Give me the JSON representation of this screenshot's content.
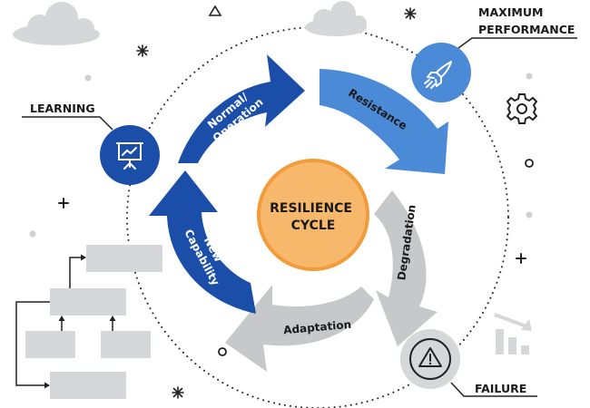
{
  "center": {
    "line1": "RESILIENCE",
    "line2": "CYCLE"
  },
  "stages": {
    "normal_operation": {
      "line1": "Normal/",
      "line2": "Operation"
    },
    "resistance": "Resistance",
    "degradation": "Degradation",
    "adaptation": "Adaptation",
    "new_capability": {
      "line1": "New",
      "line2": "Capability"
    }
  },
  "callouts": {
    "maximum_performance": {
      "line1": "MAXIMUM",
      "line2": "PERFORMANCE"
    },
    "learning": "LEARNING",
    "failure": "FAILURE"
  },
  "icons": [
    "rocket-icon",
    "presentation-board-icon",
    "warning-triangle-icon",
    "gear-icon",
    "cloud-icon",
    "bar-chart-decline-icon",
    "flowchart-icon"
  ],
  "colors": {
    "dark_blue": "#1a4ea8",
    "light_blue": "#4a8ad6",
    "gray_arrow": "#c7c8ca",
    "center_fill": "#f7b86b",
    "center_ring": "#f29b3a",
    "decor_gray": "#d6d7d9"
  }
}
